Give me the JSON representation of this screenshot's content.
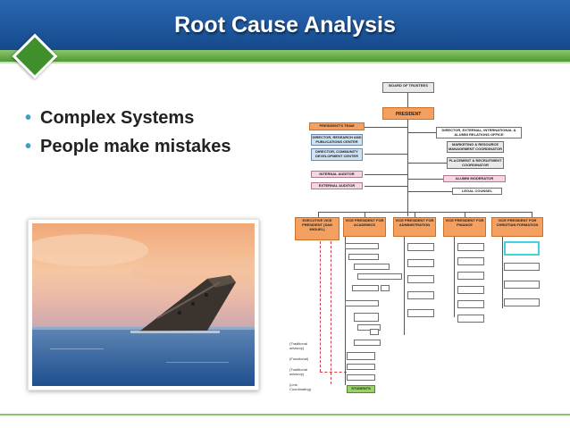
{
  "slide": {
    "title": "Root Cause Analysis",
    "bullets": [
      "Complex Systems",
      "People make mistakes"
    ]
  },
  "org_chart": {
    "board": "BOARD OF TRUSTEES",
    "president": "PRESIDENT",
    "presidents_team": "PRESIDENT'S TEAM",
    "left_offices": [
      "DIRECTOR, RESEARCH AND PUBLICATIONS CENTER",
      "DIRECTOR, COMMUNITY DEVELOPMENT CENTER",
      "INTERNAL AUDITOR",
      "EXTERNAL AUDITOR"
    ],
    "right_offices": [
      "DIRECTOR, EXTERNAL, INTERNATIONAL & ALUMNI RELATIONS OFFICE",
      "MARKETING & RESOURCE MANAGEMENT COORDINATOR",
      "PLACEMENT & RECRUITMENT COORDINATOR",
      "ALUMNI MODERATOR",
      "LEGAL COUNSEL"
    ],
    "vice_presidents": [
      "EXECUTIVE VICE PRESIDENT (SAN MIGUEL)",
      "VICE PRESIDENT FOR ACADEMICS",
      "VICE PRESIDENT FOR ADMINISTRATION",
      "VICE PRESIDENT FOR FINANCE",
      "VICE PRESIDENT FOR CHRISTIAN FORMATION"
    ],
    "legend": [
      "(Traditional advisory)",
      "(Functional)",
      "(Traditional advisory)",
      "(Line, Coordinating)"
    ],
    "bottom_box": "STUDENTS"
  },
  "colors": {
    "header_blue": "#1d5aa0",
    "band_green": "#6cb04a",
    "bullet_dot": "#3aa0c8"
  }
}
